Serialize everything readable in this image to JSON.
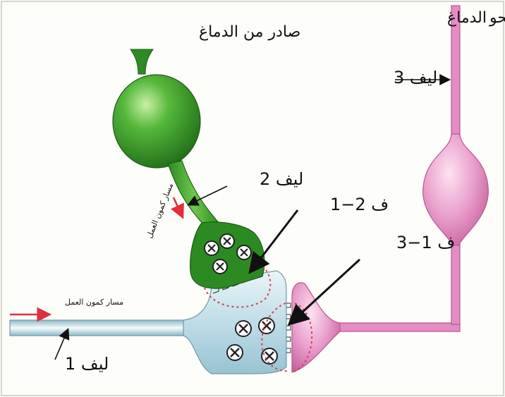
{
  "labels": {
    "from_brain": "صادر من الدماغ",
    "to_brain_1": "نـحو",
    "to_brain_2": "الدماغ",
    "fiber_3": "ليف 3",
    "fiber_2": "ليف 2",
    "fiber_1": "ليف 1",
    "synapse_2_1": "ف 2−1",
    "synapse_1_3": "ف 1−3",
    "action_potential_path": "مسار كمون العمل",
    "vertical_path": "مسار كمون العمل"
  },
  "colors": {
    "green_neuron": "#3a9a2a",
    "pink_neuron": "#e58cc4",
    "blue_neuron": "#cfe6ee",
    "arrow_red": "#e0303a",
    "dashed_red": "#d2404a"
  }
}
